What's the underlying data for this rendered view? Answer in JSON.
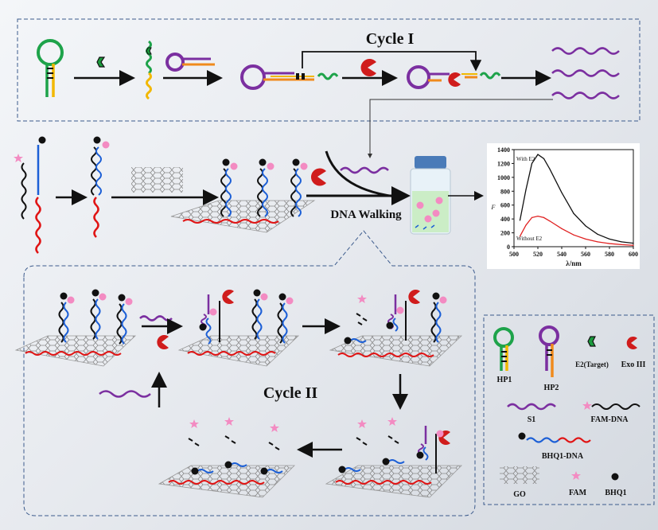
{
  "cycle1_title": "Cycle I",
  "cycle2_title": "Cycle II",
  "dna_walking": "DNA Walking",
  "legend": {
    "hp1": "HP1",
    "hp2": "HP2",
    "e2": "E2(Target)",
    "exo": "Exo III",
    "s1": "S1",
    "fam_dna": "FAM-DNA",
    "bhq1_dna": "BHQ1-DNA",
    "go": "GO",
    "fam": "FAM",
    "bhq1": "BHQ1"
  },
  "chart_data": {
    "type": "line",
    "xlabel": "λ/nm",
    "ylabel": "F",
    "xlim": [
      500,
      600
    ],
    "ylim": [
      0,
      1400
    ],
    "xticks": [
      "500",
      "520",
      "540",
      "560",
      "580",
      "600"
    ],
    "yticks": [
      "0",
      "200",
      "400",
      "600",
      "800",
      "1000",
      "1200",
      "1400"
    ],
    "series": [
      {
        "name": "With E2",
        "color": "#111111",
        "x": [
          505,
          510,
          515,
          520,
          525,
          530,
          540,
          550,
          560,
          570,
          580,
          590,
          600
        ],
        "y": [
          380,
          820,
          1200,
          1330,
          1270,
          1120,
          780,
          480,
          300,
          180,
          110,
          70,
          50
        ]
      },
      {
        "name": "Without E2",
        "color": "#e02020",
        "x": [
          505,
          510,
          515,
          520,
          525,
          530,
          540,
          550,
          560,
          570,
          580,
          590,
          600
        ],
        "y": [
          150,
          310,
          420,
          440,
          420,
          370,
          260,
          170,
          110,
          70,
          45,
          30,
          20
        ]
      }
    ]
  }
}
